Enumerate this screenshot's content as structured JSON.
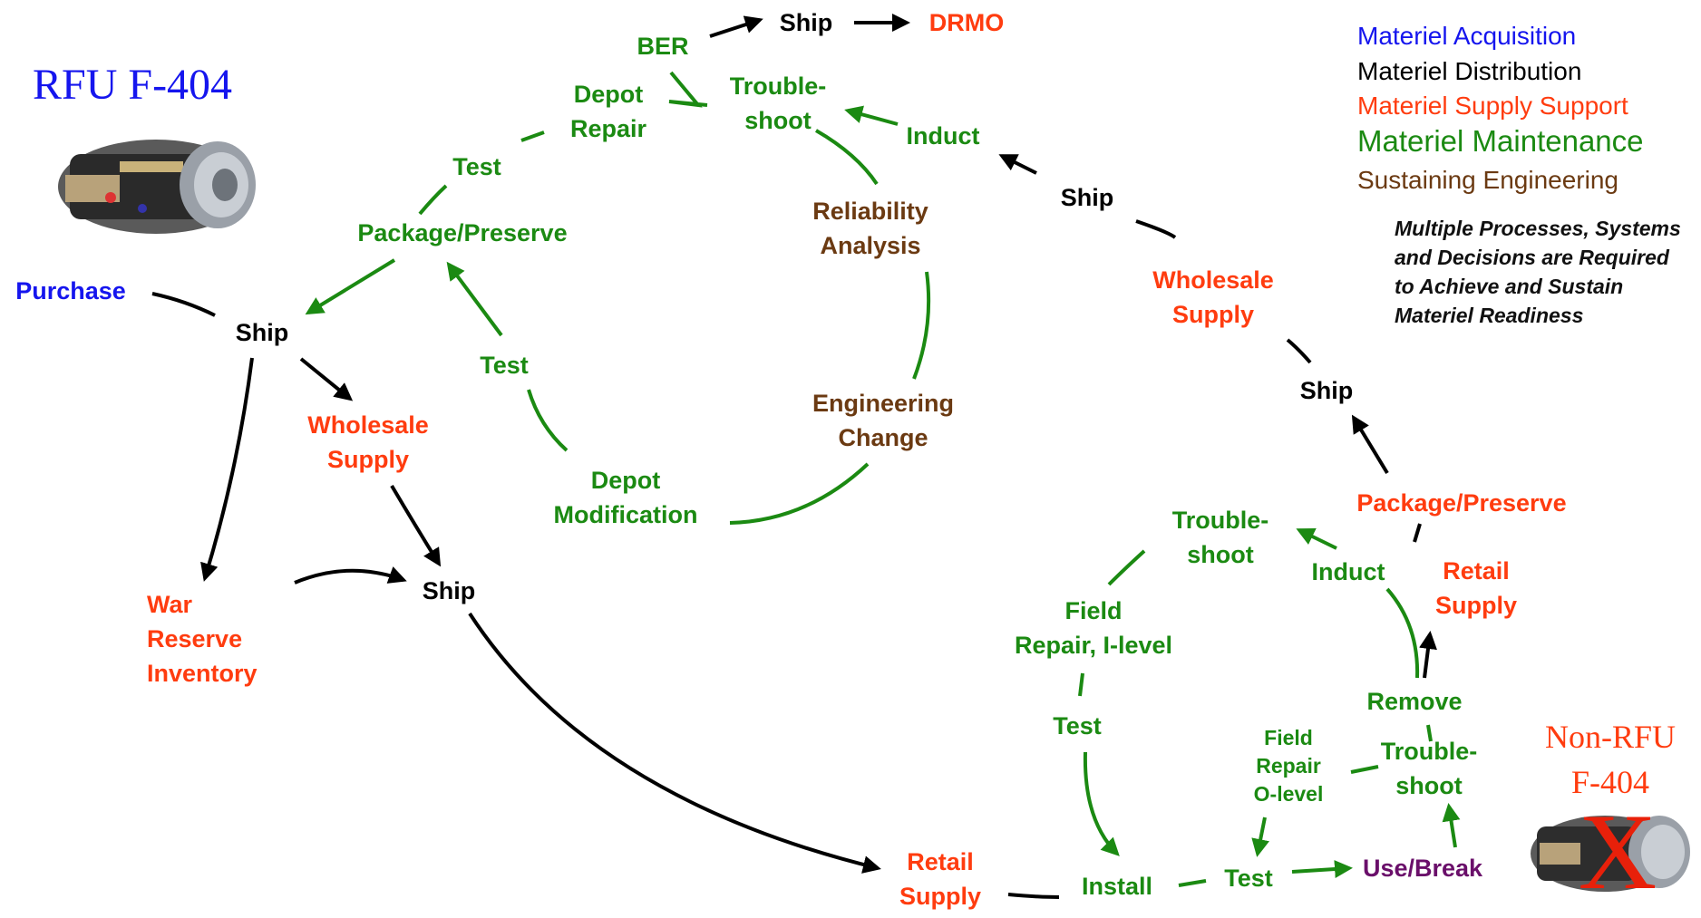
{
  "titles": {
    "rfu": "RFU F-404",
    "non_rfu": "Non-RFU\nF-404",
    "x_mark": "X"
  },
  "legend": [
    {
      "label": "Materiel Acquisition",
      "color": "#1515ee"
    },
    {
      "label": "Materiel Distribution",
      "color": "#000000"
    },
    {
      "label": "Materiel Supply Support",
      "color": "#ff3c0f"
    },
    {
      "label": "Materiel Maintenance",
      "color": "#1b8a12"
    },
    {
      "label": "Sustaining Engineering",
      "color": "#6b3a12"
    }
  ],
  "note": "Multiple Processes, Systems and Decisions are Required to Achieve and Sustain Materiel Readiness",
  "nodes": {
    "ber": "BER",
    "ship_top": "Ship",
    "drmo": "DRMO",
    "depot_repair": "Depot\nRepair",
    "troubleshoot_depot": "Trouble-\nshoot",
    "induct_depot": "Induct",
    "test_upper": "Test",
    "package_preserve_depot": "Package/Preserve",
    "reliability_analysis": "Reliability\nAnalysis",
    "ship_right_upper": "Ship",
    "purchase": "Purchase",
    "ship_left": "Ship",
    "test_lower": "Test",
    "wholesale_supply_left": "Wholesale\nSupply",
    "engineering_change": "Engineering\nChange",
    "wholesale_supply_right": "Wholesale\nSupply",
    "ship_right_mid": "Ship",
    "depot_modification": "Depot\nModification",
    "war_reserve_inventory": "War\nReserve\nInventory",
    "ship_center": "Ship",
    "package_preserve_field": "Package/Preserve",
    "troubleshoot_field": "Trouble-\nshoot",
    "induct_field": "Induct",
    "retail_supply_right": "Retail\nSupply",
    "field_repair_ilevel": "Field\nRepair, I-level",
    "remove": "Remove",
    "test_field": "Test",
    "field_repair_olevel": "Field\nRepair\nO-level",
    "troubleshoot_olevel": "Trouble-\nshoot",
    "retail_supply_bottom": "Retail\nSupply",
    "install": "Install",
    "test_bottom": "Test",
    "use_break": "Use/Break"
  }
}
